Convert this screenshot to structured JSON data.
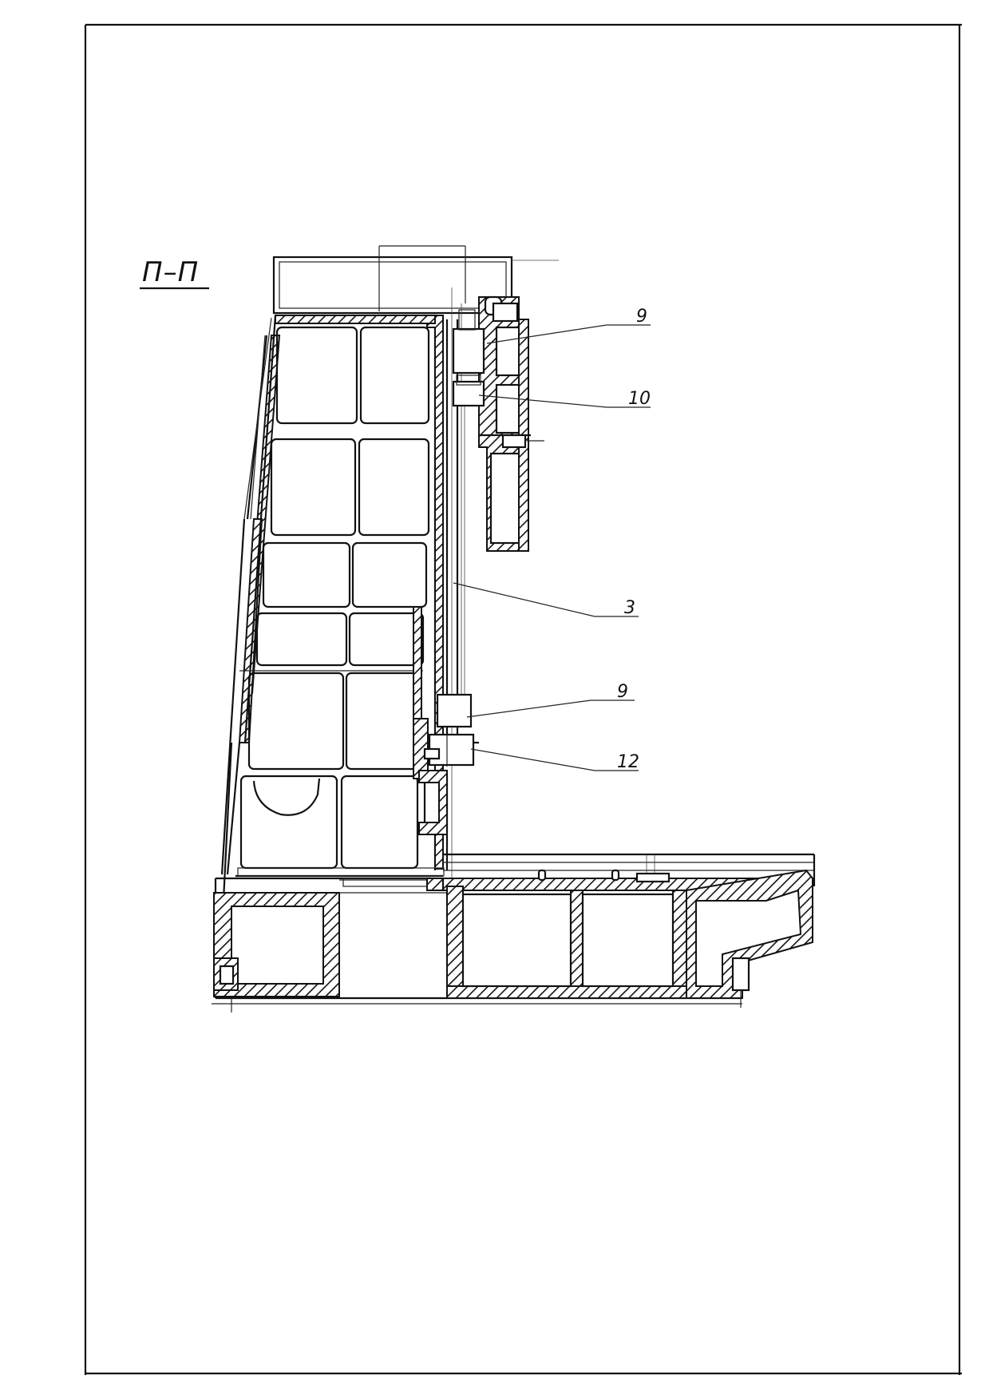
{
  "section_title": "П–П",
  "callouts": [
    {
      "id": "callout-9-top",
      "text": "9"
    },
    {
      "id": "callout-10",
      "text": "10"
    },
    {
      "id": "callout-3",
      "text": "3"
    },
    {
      "id": "callout-9-bottom",
      "text": "9"
    },
    {
      "id": "callout-12",
      "text": "12"
    }
  ]
}
